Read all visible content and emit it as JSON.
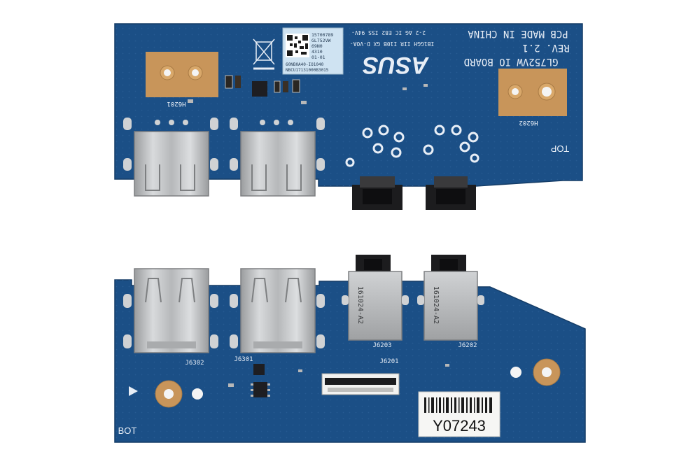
{
  "top_board": {
    "side_label": "TOP",
    "board_name": "GL752VW IO BOARD",
    "revision": "REV. 2.1",
    "made_in": "PCB MADE IN CHINA",
    "brand": "ASUS",
    "codes_line1": "2-2  AG IC  E82 ISS  94V-",
    "codes_line2": "IB1GGH IIR  I10B  GX  D-VOA-",
    "sticker_lines": [
      "15700789",
      "GL752VW",
      "69N0",
      "4310",
      "01-01"
    ],
    "sticker_footer": [
      "60NB0A40-IO1040",
      "NBCU17131000B3015"
    ],
    "hole_labels": [
      "H6201",
      "H6202"
    ]
  },
  "bottom_board": {
    "side_label": "BOT",
    "connector_labels": [
      "J6302",
      "J6301",
      "J6203",
      "J6201",
      "J6202"
    ],
    "jack_markings": [
      "161024-A2",
      "161024-A2"
    ],
    "barcode_text": "Y07243"
  },
  "colors": {
    "pcb": "#1b4f86",
    "pcb_dark": "#153f6e",
    "pad_gold": "#c8955a",
    "metal": "#c4c6c8",
    "metal_dark": "#8c8e90",
    "jack_black": "#1c1c1e",
    "silkscreen": "#e8eef6",
    "sticker": "#cfe3f2"
  }
}
